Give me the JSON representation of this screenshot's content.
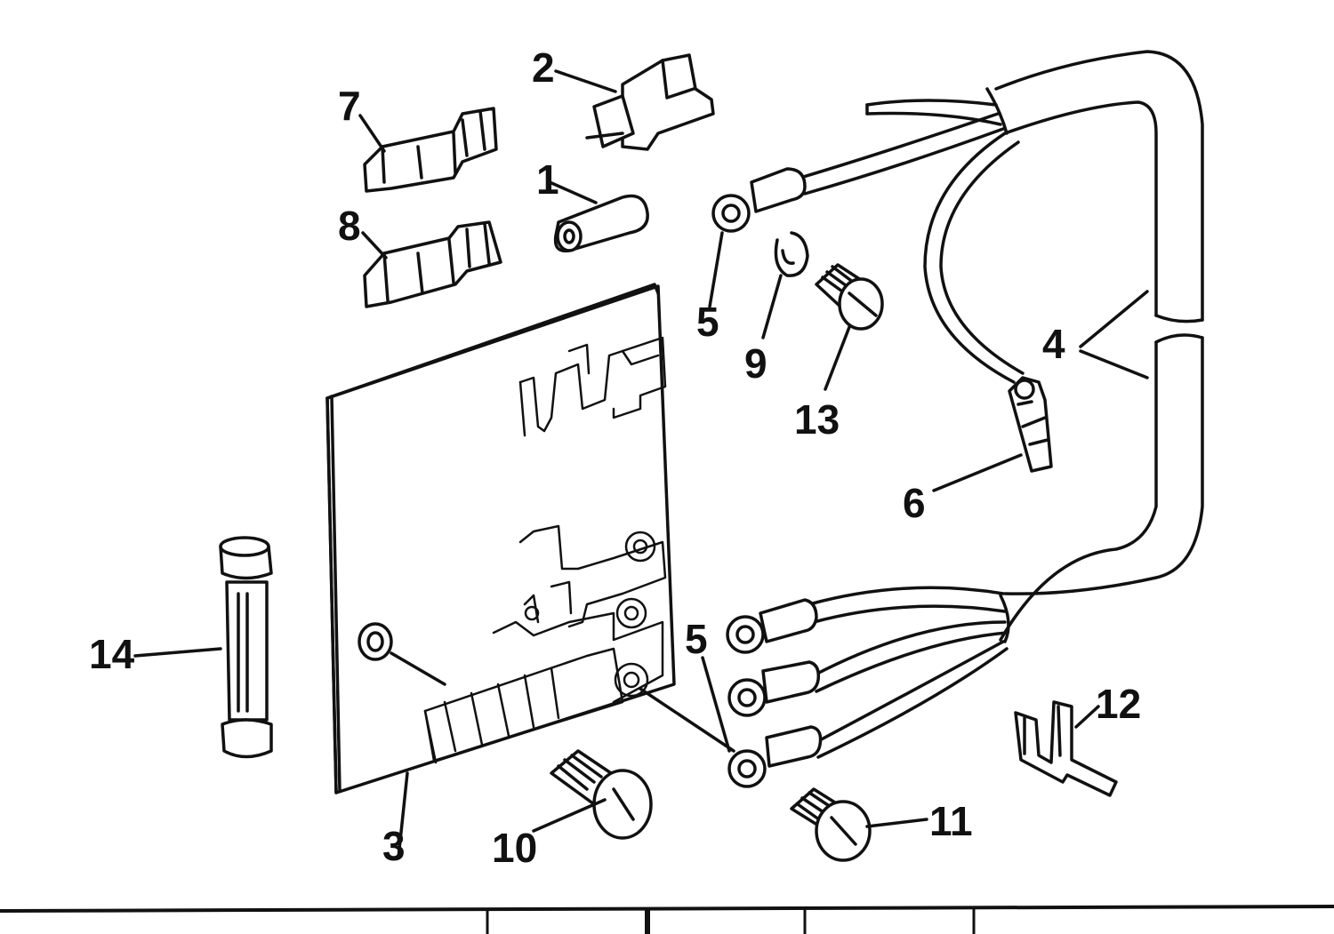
{
  "diagram": {
    "callouts": {
      "c1": "1",
      "c2": "2",
      "c3": "3",
      "c4": "4",
      "c5a": "5",
      "c5b": "5",
      "c6": "6",
      "c7": "7",
      "c8": "8",
      "c9": "9",
      "c10": "10",
      "c11": "11",
      "c12": "12",
      "c13": "13",
      "c14": "14"
    }
  }
}
